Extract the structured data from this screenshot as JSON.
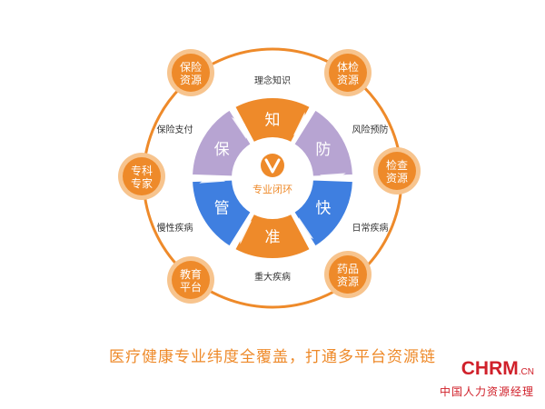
{
  "center_label": "专业闭环",
  "segments": [
    {
      "label": "知",
      "color": "#ee8a2a"
    },
    {
      "label": "防",
      "color": "#b7a4d2"
    },
    {
      "label": "快",
      "color": "#3f7fe0"
    },
    {
      "label": "准",
      "color": "#ee8a2a"
    },
    {
      "label": "管",
      "color": "#3f7fe0"
    },
    {
      "label": "保",
      "color": "#b7a4d2"
    }
  ],
  "ring_labels": [
    "理念知识",
    "风险预防",
    "日常疾病",
    "重大疾病",
    "慢性疾病",
    "保险支付"
  ],
  "resource_nodes": [
    {
      "text": [
        "保险",
        "资源"
      ]
    },
    {
      "text": [
        "体检",
        "资源"
      ]
    },
    {
      "text": [
        "检查",
        "资源"
      ]
    },
    {
      "text": [
        "药品",
        "资源"
      ]
    },
    {
      "text": [
        "教育",
        "平台"
      ]
    },
    {
      "text": [
        "专科",
        "专家"
      ]
    }
  ],
  "caption": "医疗健康专业纬度全覆盖，打通多平台资源链",
  "brand": {
    "name": "CHRM",
    "suffix": ".CN",
    "subtitle": "中国人力资源经理"
  },
  "colors": {
    "orange": "#ee8a2a",
    "lavender": "#b7a4d2",
    "blue": "#3f7fe0",
    "text": "#333333"
  }
}
